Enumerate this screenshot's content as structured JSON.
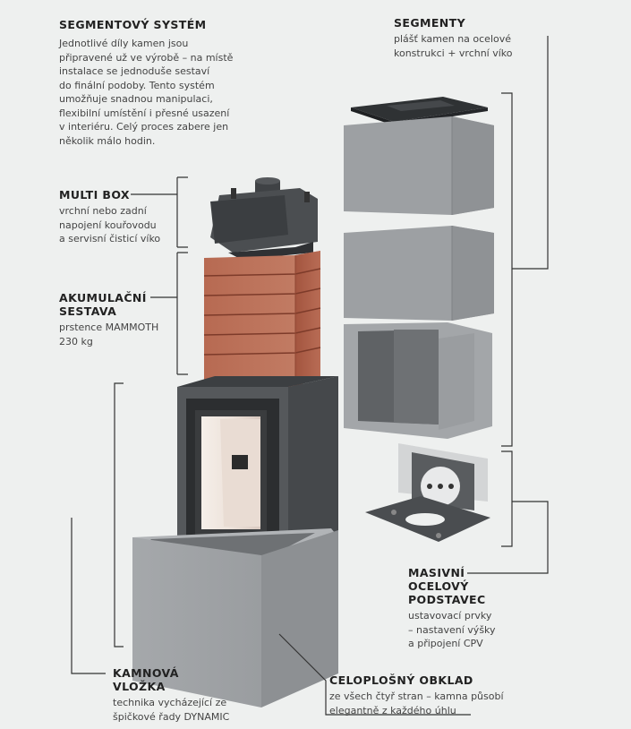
{
  "segmentovy": {
    "title": "SEGMENTOVÝ SYSTÉM",
    "lines": [
      "Jednotlivé díly kamen jsou",
      "připravené už ve výrobě – na místě",
      "instalace se jednoduše sestaví",
      "do finální podoby. Tento systém",
      "umožňuje snadnou manipulaci,",
      "flexibilní umístění i přesné usazení",
      "v interiéru. Celý proces zabere jen",
      "několik málo hodin."
    ]
  },
  "multibox": {
    "title": "MULTI BOX",
    "lines": [
      "vrchní nebo zadní",
      "napojení kouřovodu",
      "a servisní čisticí víko"
    ]
  },
  "akumulacni": {
    "title_lines": [
      "AKUMULAČNÍ",
      "SESTAVA"
    ],
    "lines": [
      "prstence MAMMOTH",
      "230 kg"
    ]
  },
  "segmenty": {
    "title": "SEGMENTY",
    "lines": [
      "plášť kamen na ocelové",
      "konstrukci + vrchní víko"
    ]
  },
  "podstavec": {
    "title_lines": [
      "MASIVNÍ",
      "OCELOVÝ",
      "PODSTAVEC"
    ],
    "lines": [
      "ustavovací prvky",
      "– nastavení výšky",
      "a připojení CPV"
    ]
  },
  "vlozka": {
    "title_lines": [
      "KAMNOVÁ",
      "VLOŽKA"
    ],
    "lines": [
      "technika vycházející ze",
      "špičkové řady DYNAMIC"
    ]
  },
  "obklad": {
    "title": "CELOPLOŠNÝ OBKLAD",
    "lines": [
      "ze všech čtyř stran – kamna působí",
      "elegantně z každého úhlu"
    ]
  },
  "colors": {
    "background": "#eef0ef",
    "panel_grey": "#9c9fa2",
    "steel_dark": "#4a4d50",
    "brick": "#b0604a"
  }
}
